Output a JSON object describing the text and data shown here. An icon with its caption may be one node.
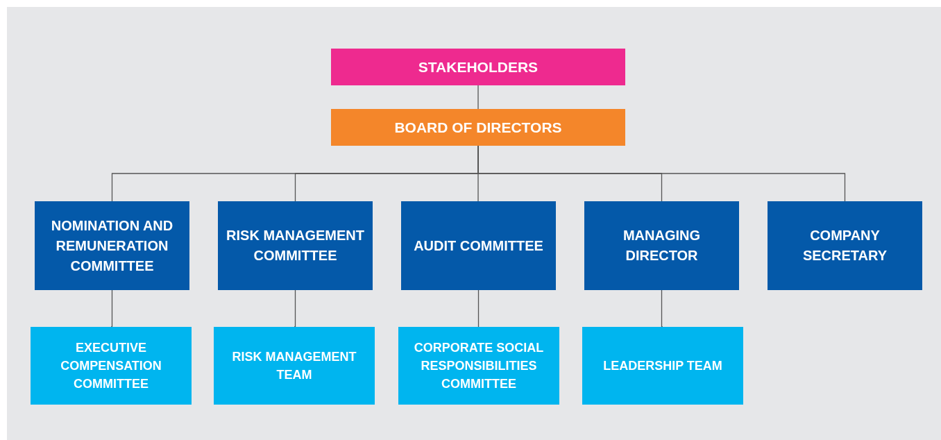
{
  "diagram": {
    "nodes": [
      {
        "text": [
          "STAKEHOLDERS"
        ]
      },
      {
        "text": [
          "BOARD OF DIRECTORS"
        ]
      },
      {
        "text": [
          "NOMINATION AND REMUNERATION COMMITTEE"
        ]
      },
      {
        "text": [
          "RISK MANAGEMENT COMMITTEE"
        ]
      },
      {
        "text": [
          "AUDIT COMMITTEE"
        ]
      },
      {
        "text": [
          "MANAGING DIRECTOR"
        ]
      },
      {
        "text": [
          "COMPANY SECRETARY"
        ]
      },
      {
        "text": [
          "EXECUTIVE COMPENSATION COMMITTEE"
        ]
      },
      {
        "text": [
          "RISK MANAGEMENT TEAM"
        ]
      },
      {
        "text": [
          "CORPORATE SOCIAL RESPONSIBILITIES COMMITTEE"
        ]
      },
      {
        "text": [
          "LEADERSHIP TEAM"
        ]
      }
    ],
    "edges": [
      {
        "from": 0,
        "to": 1,
        "arrow": "none"
      },
      {
        "from": 1,
        "to": 2,
        "arrow": "none"
      },
      {
        "from": 1,
        "to": 3,
        "arrow": "none"
      },
      {
        "from": 1,
        "to": 4,
        "arrow": "none"
      },
      {
        "from": 1,
        "to": 5,
        "arrow": "none"
      },
      {
        "from": 1,
        "to": 6,
        "arrow": "none"
      },
      {
        "from": 2,
        "to": 7,
        "arrow": "none"
      },
      {
        "from": 3,
        "to": 8,
        "arrow": "none"
      },
      {
        "from": 4,
        "to": 9,
        "arrow": "none"
      },
      {
        "from": 5,
        "to": 10,
        "arrow": "none"
      }
    ]
  }
}
